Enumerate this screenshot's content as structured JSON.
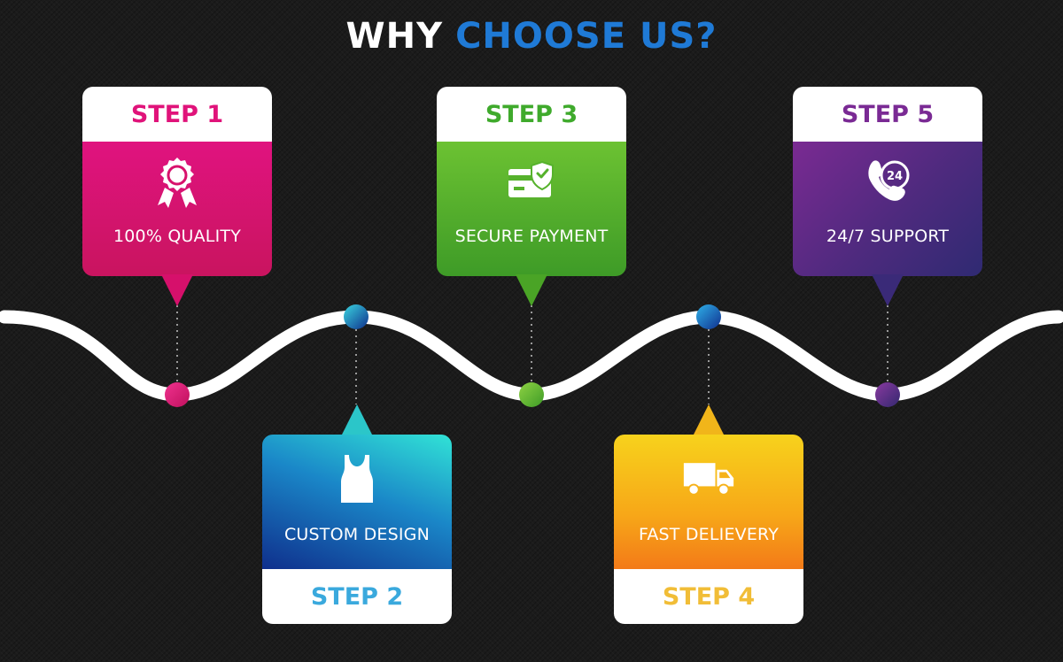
{
  "title": {
    "part1": "WHY",
    "part2": "CHOOSE US?"
  },
  "steps": [
    {
      "step": "STEP 1",
      "label": "100% QUALITY",
      "icon": "award-ribbon-icon",
      "color": "#e0137a"
    },
    {
      "step": "STEP 2",
      "label": "CUSTOM DESIGN",
      "icon": "tank-top-icon",
      "color": "#3aa9dd"
    },
    {
      "step": "STEP 3",
      "label": "SECURE PAYMENT",
      "icon": "secure-card-icon",
      "color": "#3faa2c"
    },
    {
      "step": "STEP 4",
      "label": "FAST DELIEVERY",
      "icon": "delivery-truck-icon",
      "color": "#f1bd37"
    },
    {
      "step": "STEP 5",
      "label": "24/7 SUPPORT",
      "icon": "phone-24-icon",
      "color": "#7a2a94"
    }
  ]
}
